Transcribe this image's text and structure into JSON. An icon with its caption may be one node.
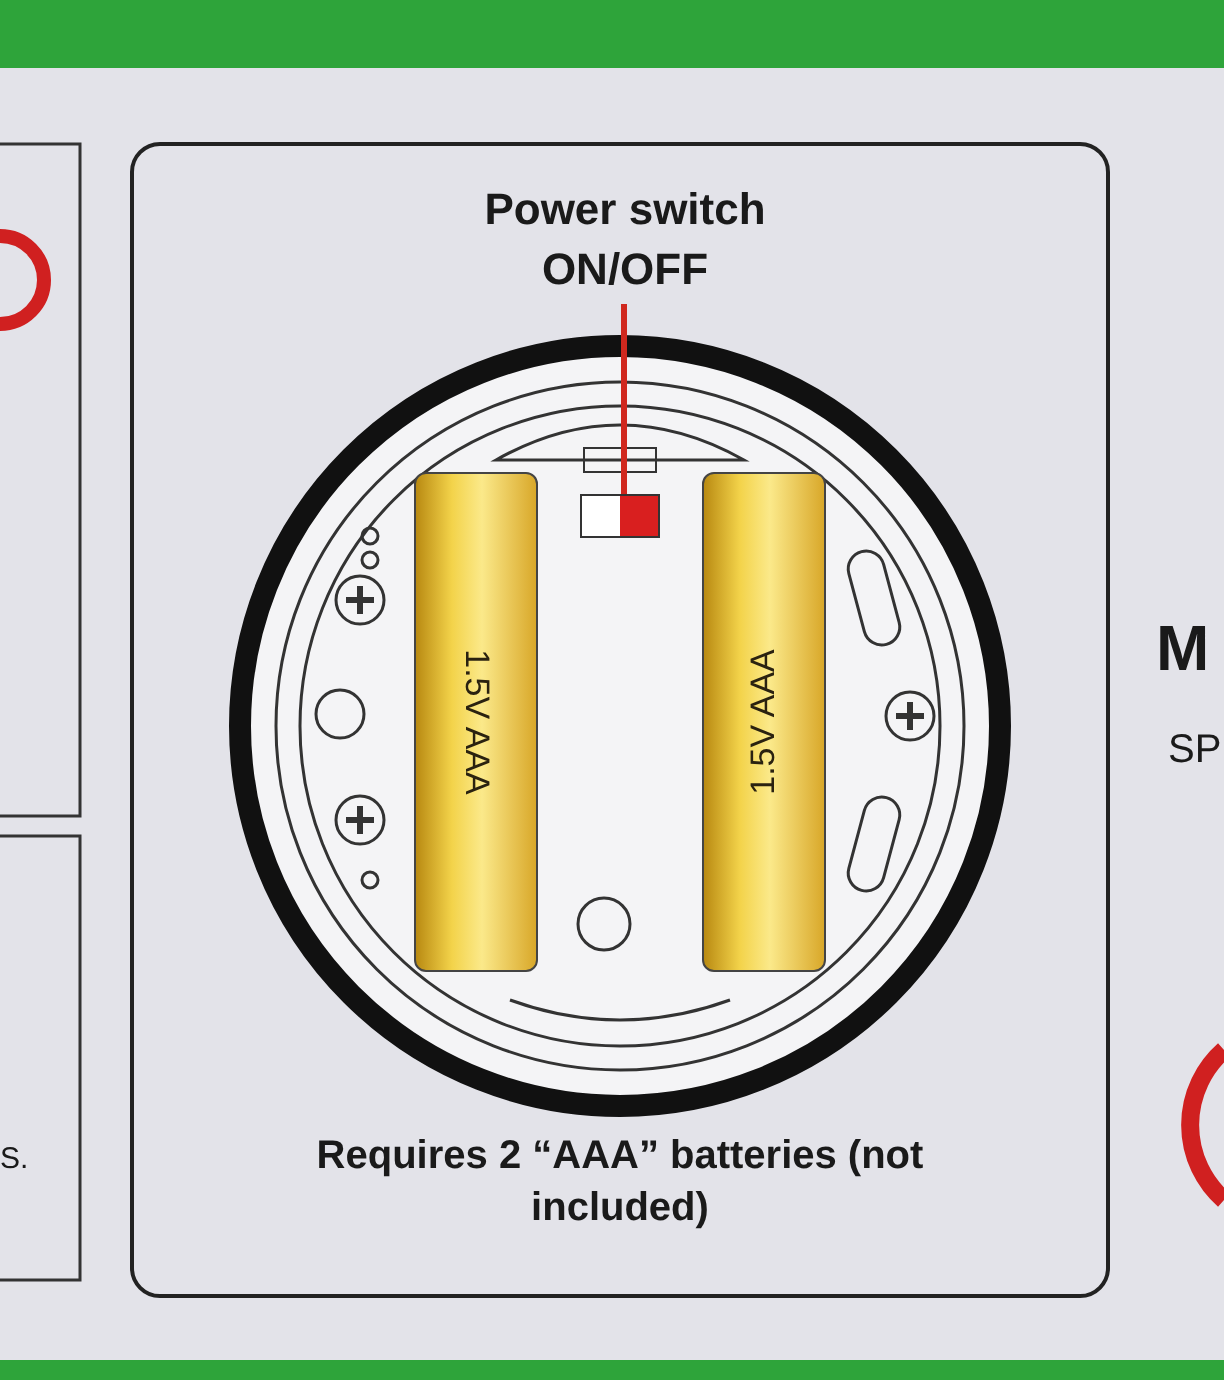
{
  "diagram": {
    "nodes": [
      {
        "text": [
          "Power switch ON/OFF"
        ]
      },
      {
        "text": [],
        "shape": "box"
      },
      {
        "text": [
          "1.5V AAA"
        ]
      },
      {
        "text": [
          "1.5V AAA"
        ]
      }
    ],
    "edges": [
      {
        "from": 0,
        "to": 1,
        "arrow": "none",
        "color": "#d0281e"
      }
    ],
    "labels": [
      "Requires 2 “AAA” batteries (not included)",
      "M",
      "SP",
      "S."
    ]
  }
}
